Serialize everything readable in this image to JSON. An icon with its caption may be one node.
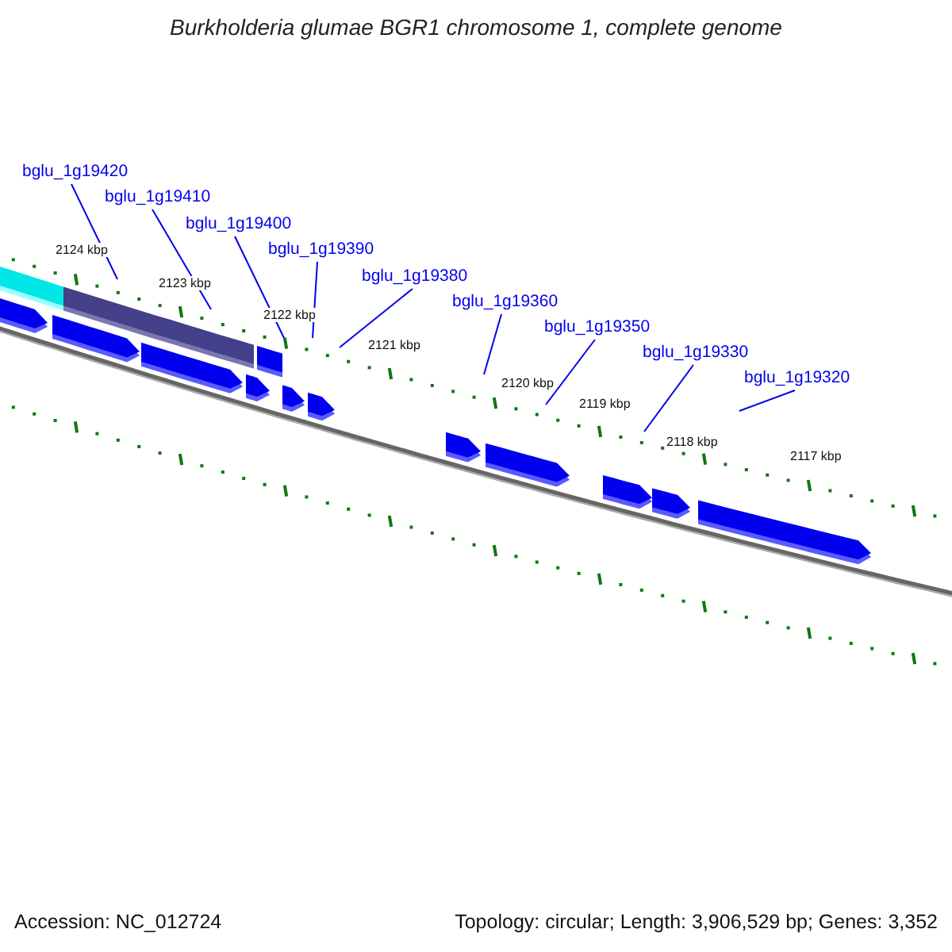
{
  "diagram": {
    "title": "Burkholderia glumae BGR1 chromosome 1, complete genome",
    "nodes": [
      {
        "text": [
          "bglu_1g19420"
        ]
      },
      {
        "text": [
          "bglu_1g19410"
        ]
      },
      {
        "text": [
          "bglu_1g19400"
        ]
      },
      {
        "text": [
          "bglu_1g19390"
        ]
      },
      {
        "text": [
          "bglu_1g19380"
        ]
      },
      {
        "text": [
          "bglu_1g19360"
        ]
      },
      {
        "text": [
          "bglu_1g19350"
        ]
      },
      {
        "text": [
          "bglu_1g19330"
        ]
      },
      {
        "text": [
          "bglu_1g19320"
        ]
      }
    ],
    "edges": [
      {
        "from": 0,
        "to": null,
        "arrow": "none"
      },
      {
        "from": 1,
        "to": null,
        "arrow": "none"
      },
      {
        "from": 2,
        "to": null,
        "arrow": "none"
      },
      {
        "from": 3,
        "to": null,
        "arrow": "none"
      },
      {
        "from": 4,
        "to": null,
        "arrow": "none"
      },
      {
        "from": 5,
        "to": null,
        "arrow": "none"
      },
      {
        "from": 6,
        "to": null,
        "arrow": "none"
      },
      {
        "from": 7,
        "to": null,
        "arrow": "none"
      },
      {
        "from": 8,
        "to": null,
        "arrow": "none"
      }
    ],
    "labels": [
      "2124 kbp",
      "2123 kbp",
      "2122 kbp",
      "2121 kbp",
      "2120 kbp",
      "2119 kbp",
      "2118 kbp",
      "2117 kbp",
      "Accession: NC_012724",
      "Topology: circular; Length: 3,906,529 bp; Genes: 3,352"
    ]
  }
}
